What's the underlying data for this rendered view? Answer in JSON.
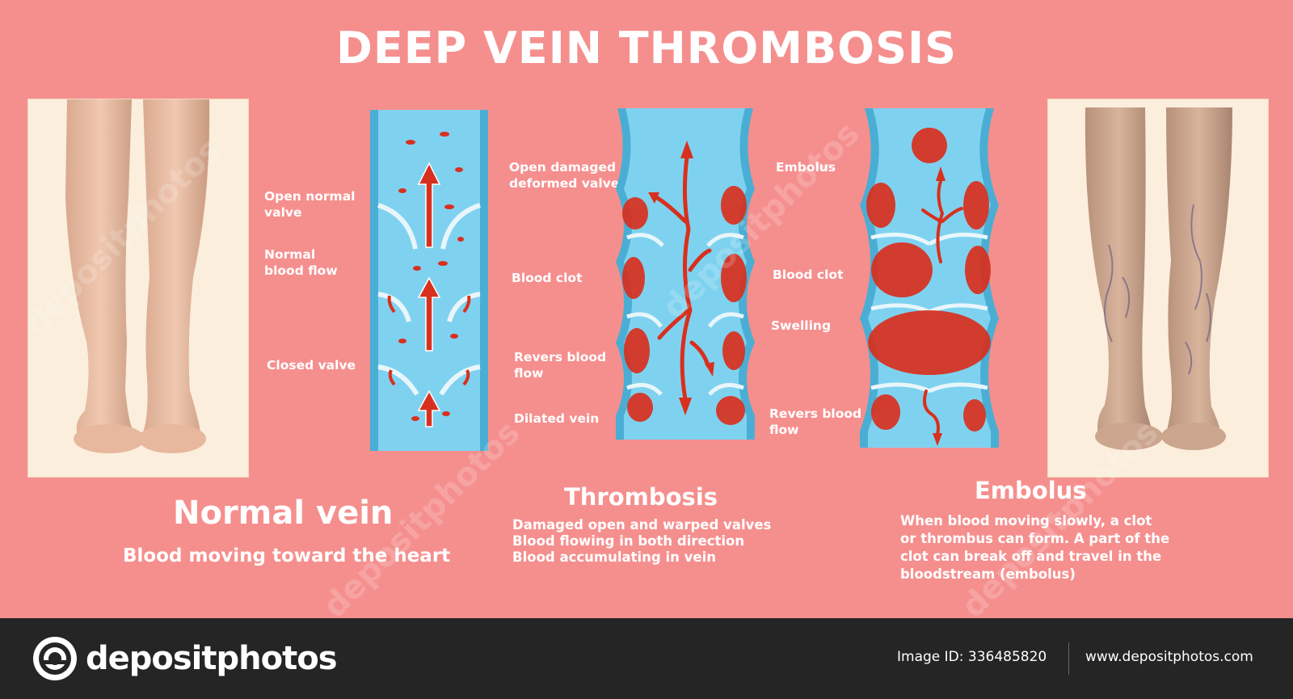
{
  "title": "DEEP VEIN THROMBOSIS",
  "normal": {
    "labels": [
      "Open normal\nvalve",
      "Normal\nblood flow",
      "Closed valve"
    ],
    "heading": "Normal vein",
    "subheading": "Blood moving toward the heart"
  },
  "thrombosis": {
    "labels": [
      "Open damaged\ndeformed valve",
      "Blood clot",
      "Revers blood\nflow",
      "Dilated vein"
    ],
    "heading": "Thrombosis",
    "description": "Damaged open and warped valves\nBlood flowing in both direction\nBlood accumulating in vein"
  },
  "embolus": {
    "labels": [
      "Embolus",
      "Blood clot",
      "Swelling",
      "Revers blood\nflow"
    ],
    "heading": "Embolus",
    "description": "When blood moving slowly, a clot\nor thrombus can form. A part of the\nclot can break off and travel in the\nbloodstream (embolus)"
  },
  "watermark": "depositphotos",
  "footer": {
    "logo": "depositphotos",
    "image_id": "Image ID: 336485820",
    "site": "www.depositphotos.com"
  },
  "colors": {
    "background": "#f58f8e",
    "vein": "#58c3e6",
    "blood": "#e0301f",
    "footer": "#252525"
  }
}
